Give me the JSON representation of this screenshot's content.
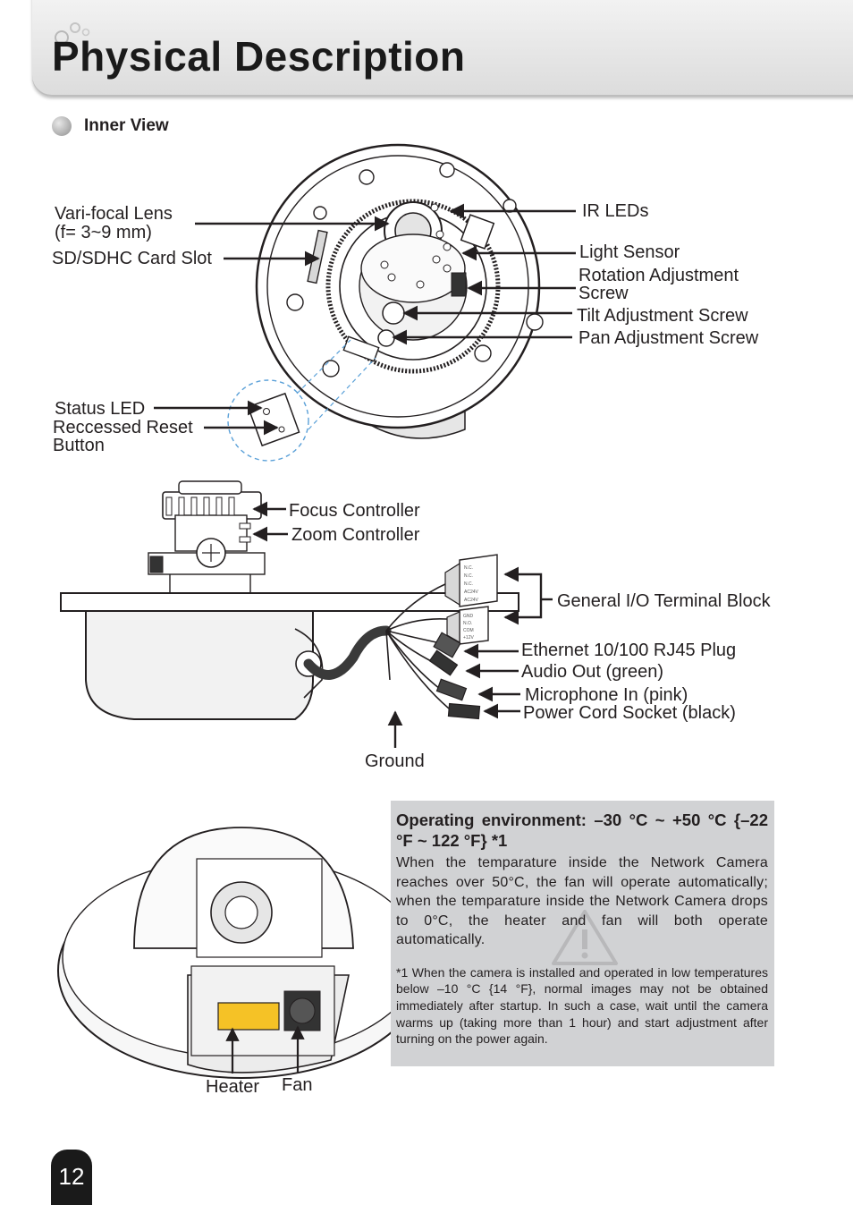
{
  "page": {
    "title": "Physical Description",
    "section": "Inner View",
    "page_number": "12"
  },
  "inner_view_labels": {
    "varifocal_lens": "Vari-focal Lens",
    "varifocal_range": "(f= 3~9 mm)",
    "sd_card_slot": "SD/SDHC Card Slot",
    "ir_leds": "IR LEDs",
    "light_sensor": "Light Sensor",
    "rotation_screw_1": "Rotation Adjustment",
    "rotation_screw_2": "Screw",
    "tilt_screw": "Tilt Adjustment Screw",
    "pan_screw": "Pan Adjustment Screw",
    "status_led": "Status LED",
    "reset_button_1": "Reccessed Reset",
    "reset_button_2": "Button"
  },
  "side_view_labels": {
    "focus_controller": "Focus Controller",
    "zoom_controller": "Zoom Controller",
    "io_terminal": "General I/O Terminal Block",
    "ethernet": "Ethernet 10/100 RJ45 Plug",
    "audio_out": "Audio Out (green)",
    "microphone": "Microphone In (pink)",
    "power_socket": "Power Cord Socket (black)",
    "ground": "Ground"
  },
  "terminal_block_text": {
    "block1": [
      "N.C.",
      "N.C.",
      "N.C.",
      "AC24V",
      "AC24V"
    ],
    "block2": [
      "GND",
      "N.O.",
      "COM",
      "+12V"
    ]
  },
  "cutaway_labels": {
    "heater": "Heater",
    "fan": "Fan"
  },
  "note": {
    "heading": "Operating environment: –30 °C ~ +50 °C {–22 °F ~ 122 °F} *1",
    "body": "When the temparature inside the Network Camera reaches over 50°C, the fan will operate automatically; when the temparature inside the Network Camera drops to 0°C, the heater and fan will both operate automatically.",
    "footnote": "*1 When the camera is installed and operated in low temperatures below –10 °C {14 °F}, normal images may not be obtained immediately after startup. In such a case, wait until the camera warms up (taking more than 1 hour) and start adjustment after turning on the power again."
  },
  "colors": {
    "heater": "#f5c226",
    "note_background": "#d1d2d4",
    "page_number_tab": "#1a1a1a"
  }
}
